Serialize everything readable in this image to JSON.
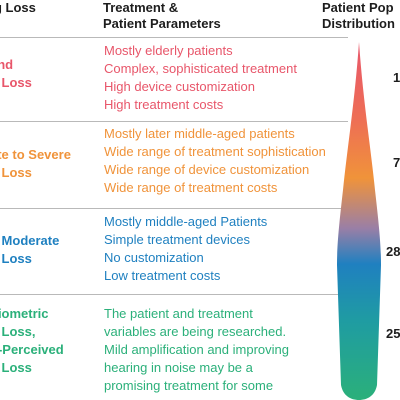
{
  "header": {
    "left": "g Loss",
    "mid": [
      "Treatment &",
      "Patient Parameters"
    ],
    "right": [
      "Patient Pop",
      "Distribution"
    ]
  },
  "colors": {
    "row1": "#e8566a",
    "row2": "#f0933a",
    "row3": "#1f80c0",
    "row4": "#2bb07a",
    "rule": "#b9b9b9"
  },
  "rows": [
    {
      "label": [
        "and",
        "g Loss"
      ],
      "text": [
        "Mostly elderly patients",
        "Complex, sophisticated treatment",
        "High device customization",
        "High treatment costs"
      ],
      "pct": "1"
    },
    {
      "label": [
        "ate to Severe",
        "g Loss"
      ],
      "text": [
        "Mostly later middle-aged patients",
        "Wide range of treatment sophistication",
        "Wide range of device customization",
        "Wide range of treatment costs"
      ],
      "pct": "7"
    },
    {
      "label": [
        "o Moderate",
        "g Loss"
      ],
      "text": [
        "Mostly middle-aged Patients",
        "Simple treatment devices",
        "No customization",
        "Low treatment costs"
      ],
      "pct": "28"
    },
    {
      "label": [
        "diometric",
        "g Loss,",
        "lf-Perceived",
        "g Loss"
      ],
      "text": [
        "The patient and treatment",
        "variables are being researched.",
        "Mild amplification and improving",
        "hearing in noise may be a",
        "promising treatment for some"
      ],
      "pct": "25"
    }
  ]
}
